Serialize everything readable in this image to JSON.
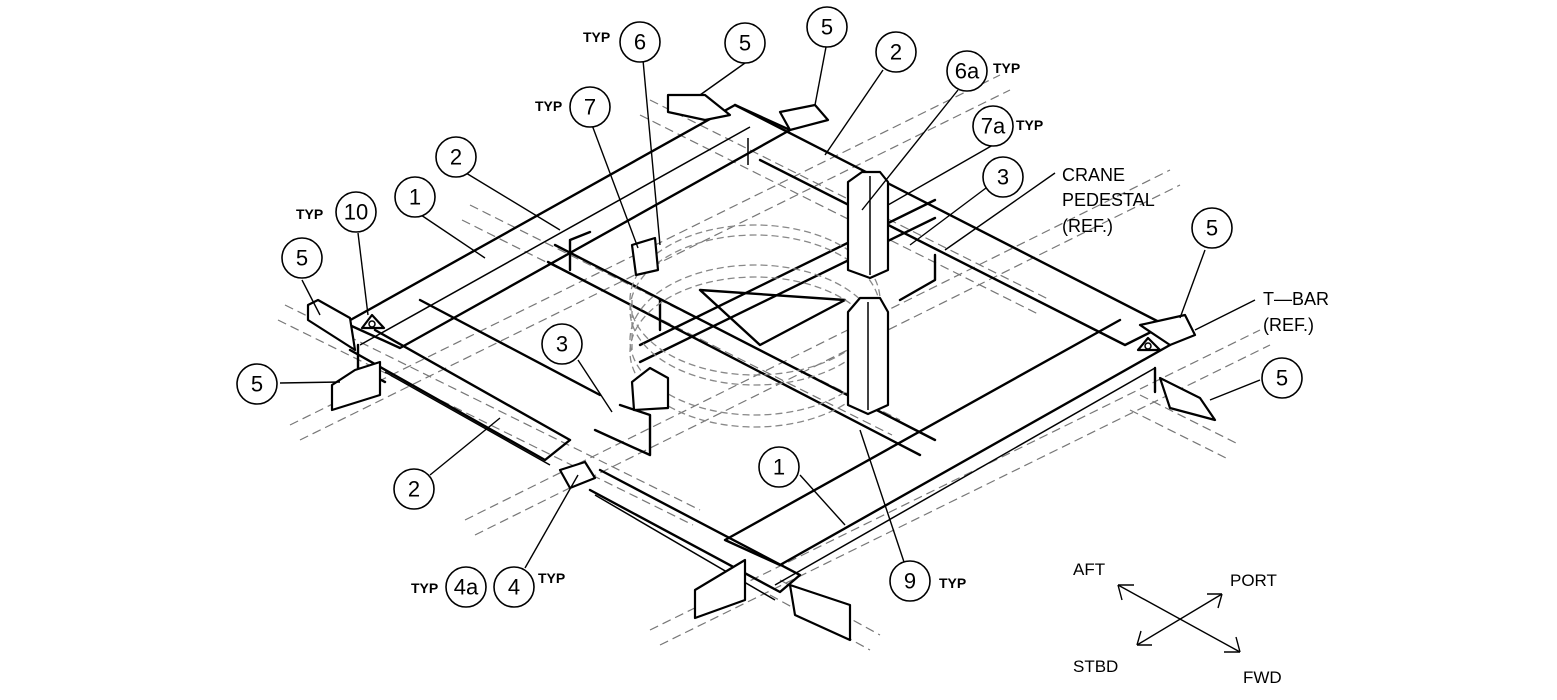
{
  "notes": {
    "crane_1": "CRANE",
    "crane_2": "PEDESTAL",
    "crane_3": "(REF.)",
    "tbar_1": "T—BAR",
    "tbar_2": "(REF.)"
  },
  "typ": "TYP",
  "callouts": {
    "c1a": "1",
    "c1b": "1",
    "c2a": "2",
    "c2b": "2",
    "c2c": "2",
    "c3a": "3",
    "c3b": "3",
    "c4": "4",
    "c4a": "4a",
    "c5a": "5",
    "c5b": "5",
    "c5c": "5",
    "c5d": "5",
    "c5e": "5",
    "c5f": "5",
    "c6": "6",
    "c6a": "6a",
    "c7": "7",
    "c7a": "7a",
    "c9": "9",
    "c10": "10"
  },
  "directions": {
    "aft": "AFT",
    "port": "PORT",
    "stbd": "STBD",
    "fwd": "FWD"
  }
}
